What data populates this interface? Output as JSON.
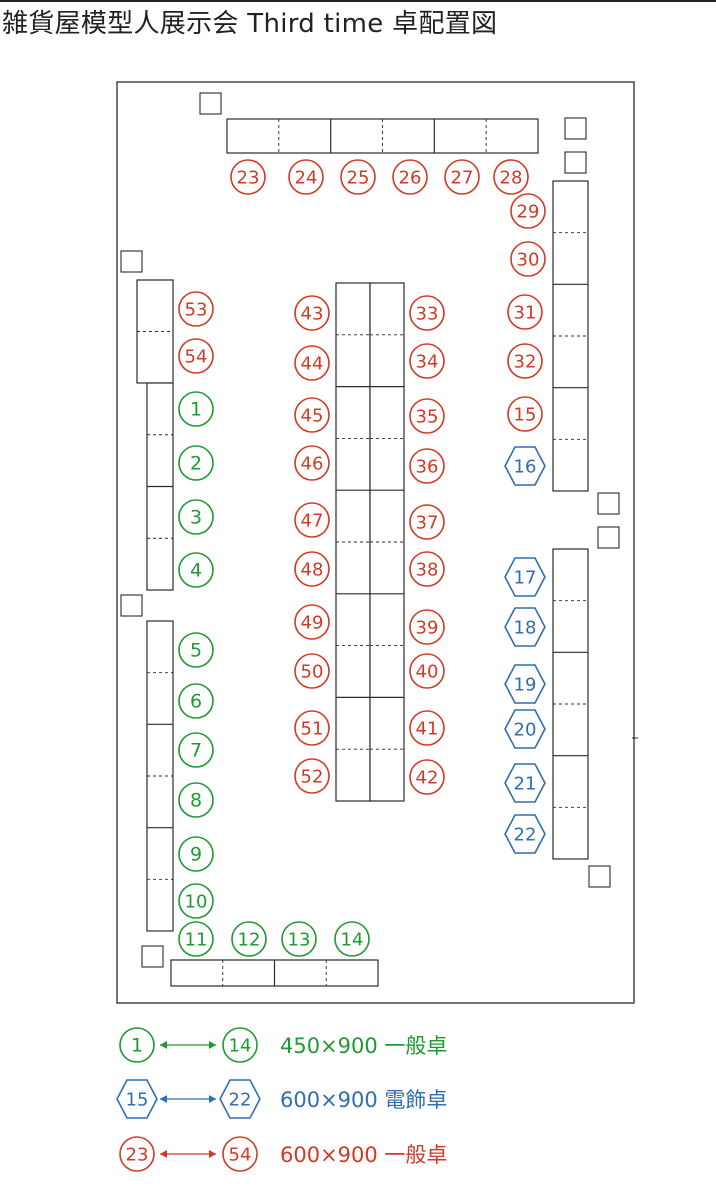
{
  "title": "雑貨屋模型人展示会 Third time 卓配置図",
  "colors": {
    "green": "#1e9a32",
    "blue": "#2f6db5",
    "red": "#d13a26",
    "line": "#2b2b2b"
  },
  "markers": {
    "general_450": {
      "color": "green",
      "shape": "circle",
      "range": [
        1,
        14
      ]
    },
    "electric_600": {
      "color": "blue",
      "shape": "hexagon",
      "range": [
        15,
        22
      ]
    },
    "general_600": {
      "color": "red",
      "shape": "circle",
      "range": [
        23,
        54
      ]
    }
  },
  "legend": [
    {
      "from": "1",
      "to": "14",
      "text": "450×900 一般卓",
      "color": "green",
      "shape": "circle"
    },
    {
      "from": "15",
      "to": "22",
      "text": "600×900 電飾卓",
      "color": "blue",
      "shape": "hexagon"
    },
    {
      "from": "23",
      "to": "54",
      "text": "600×900 一般卓",
      "color": "red",
      "shape": "circle"
    }
  ],
  "tables": [
    {
      "id": "1",
      "type": "circle",
      "color": "green"
    },
    {
      "id": "2",
      "type": "circle",
      "color": "green"
    },
    {
      "id": "3",
      "type": "circle",
      "color": "green"
    },
    {
      "id": "4",
      "type": "circle",
      "color": "green"
    },
    {
      "id": "5",
      "type": "circle",
      "color": "green"
    },
    {
      "id": "6",
      "type": "circle",
      "color": "green"
    },
    {
      "id": "7",
      "type": "circle",
      "color": "green"
    },
    {
      "id": "8",
      "type": "circle",
      "color": "green"
    },
    {
      "id": "9",
      "type": "circle",
      "color": "green"
    },
    {
      "id": "10",
      "type": "circle",
      "color": "green"
    },
    {
      "id": "11",
      "type": "circle",
      "color": "green"
    },
    {
      "id": "12",
      "type": "circle",
      "color": "green"
    },
    {
      "id": "13",
      "type": "circle",
      "color": "green"
    },
    {
      "id": "14",
      "type": "circle",
      "color": "green"
    },
    {
      "id": "15",
      "type": "circle",
      "color": "red"
    },
    {
      "id": "16",
      "type": "hexagon",
      "color": "blue"
    },
    {
      "id": "17",
      "type": "hexagon",
      "color": "blue"
    },
    {
      "id": "18",
      "type": "hexagon",
      "color": "blue"
    },
    {
      "id": "19",
      "type": "hexagon",
      "color": "blue"
    },
    {
      "id": "20",
      "type": "hexagon",
      "color": "blue"
    },
    {
      "id": "21",
      "type": "hexagon",
      "color": "blue"
    },
    {
      "id": "22",
      "type": "hexagon",
      "color": "blue"
    },
    {
      "id": "23",
      "type": "circle",
      "color": "red"
    },
    {
      "id": "24",
      "type": "circle",
      "color": "red"
    },
    {
      "id": "25",
      "type": "circle",
      "color": "red"
    },
    {
      "id": "26",
      "type": "circle",
      "color": "red"
    },
    {
      "id": "27",
      "type": "circle",
      "color": "red"
    },
    {
      "id": "28",
      "type": "circle",
      "color": "red"
    },
    {
      "id": "29",
      "type": "circle",
      "color": "red"
    },
    {
      "id": "30",
      "type": "circle",
      "color": "red"
    },
    {
      "id": "31",
      "type": "circle",
      "color": "red"
    },
    {
      "id": "32",
      "type": "circle",
      "color": "red"
    },
    {
      "id": "33",
      "type": "circle",
      "color": "red"
    },
    {
      "id": "34",
      "type": "circle",
      "color": "red"
    },
    {
      "id": "35",
      "type": "circle",
      "color": "red"
    },
    {
      "id": "36",
      "type": "circle",
      "color": "red"
    },
    {
      "id": "37",
      "type": "circle",
      "color": "red"
    },
    {
      "id": "38",
      "type": "circle",
      "color": "red"
    },
    {
      "id": "39",
      "type": "circle",
      "color": "red"
    },
    {
      "id": "40",
      "type": "circle",
      "color": "red"
    },
    {
      "id": "41",
      "type": "circle",
      "color": "red"
    },
    {
      "id": "42",
      "type": "circle",
      "color": "red"
    },
    {
      "id": "43",
      "type": "circle",
      "color": "red"
    },
    {
      "id": "44",
      "type": "circle",
      "color": "red"
    },
    {
      "id": "45",
      "type": "circle",
      "color": "red"
    },
    {
      "id": "46",
      "type": "circle",
      "color": "red"
    },
    {
      "id": "47",
      "type": "circle",
      "color": "red"
    },
    {
      "id": "48",
      "type": "circle",
      "color": "red"
    },
    {
      "id": "49",
      "type": "circle",
      "color": "red"
    },
    {
      "id": "50",
      "type": "circle",
      "color": "red"
    },
    {
      "id": "51",
      "type": "circle",
      "color": "red"
    },
    {
      "id": "52",
      "type": "circle",
      "color": "red"
    },
    {
      "id": "53",
      "type": "circle",
      "color": "red"
    },
    {
      "id": "54",
      "type": "circle",
      "color": "red"
    }
  ]
}
